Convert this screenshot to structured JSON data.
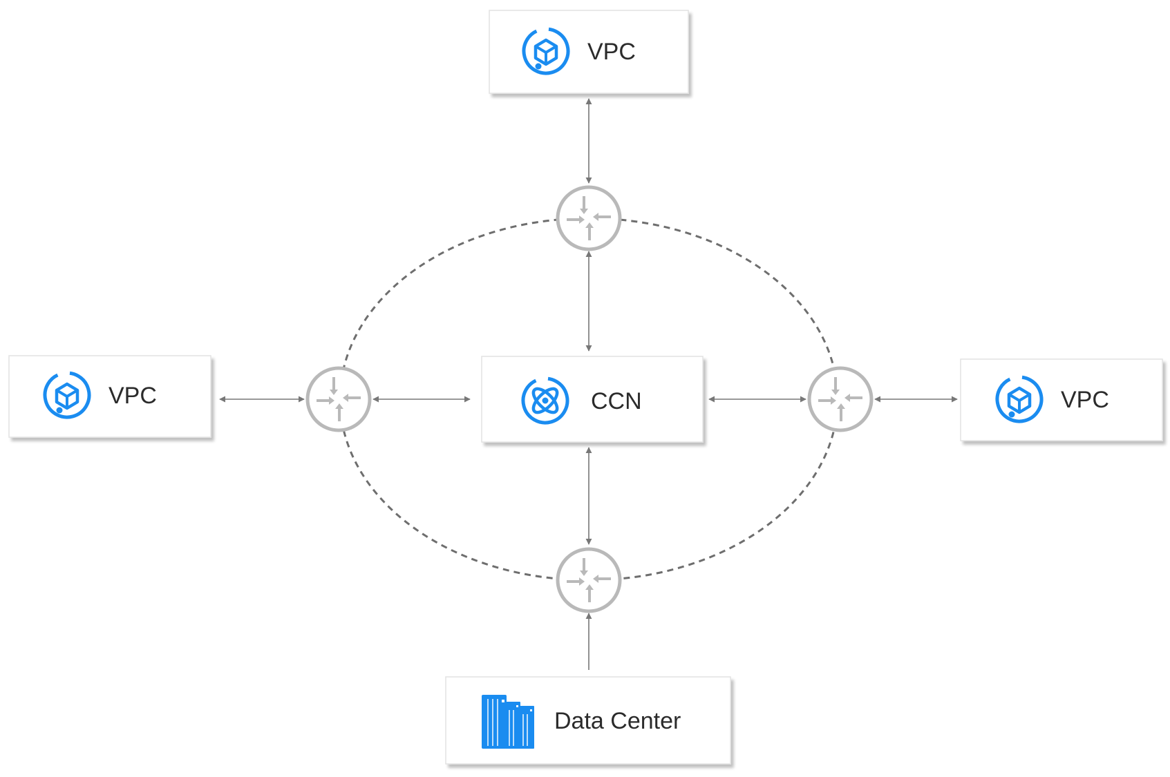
{
  "nodes": {
    "vpc_top": {
      "label": "VPC",
      "icon": "vpc-icon"
    },
    "vpc_left": {
      "label": "VPC",
      "icon": "vpc-icon"
    },
    "vpc_right": {
      "label": "VPC",
      "icon": "vpc-icon"
    },
    "ccn": {
      "label": "CCN",
      "icon": "ccn-icon"
    },
    "data_center": {
      "label": "Data Center",
      "icon": "data-center-icon"
    }
  },
  "routers": [
    {
      "name": "router-top",
      "icon": "router-icon"
    },
    {
      "name": "router-left",
      "icon": "router-icon"
    },
    {
      "name": "router-right",
      "icon": "router-icon"
    },
    {
      "name": "router-bottom",
      "icon": "router-icon"
    }
  ],
  "colors": {
    "accent": "#1a8cf0",
    "box_border": "#e2e2e2",
    "box_shadow": "#d6d6d6",
    "router": "#b9b9b9",
    "ring": "#6e6e6e",
    "connector": "#777777",
    "text": "#2b2b2b"
  }
}
